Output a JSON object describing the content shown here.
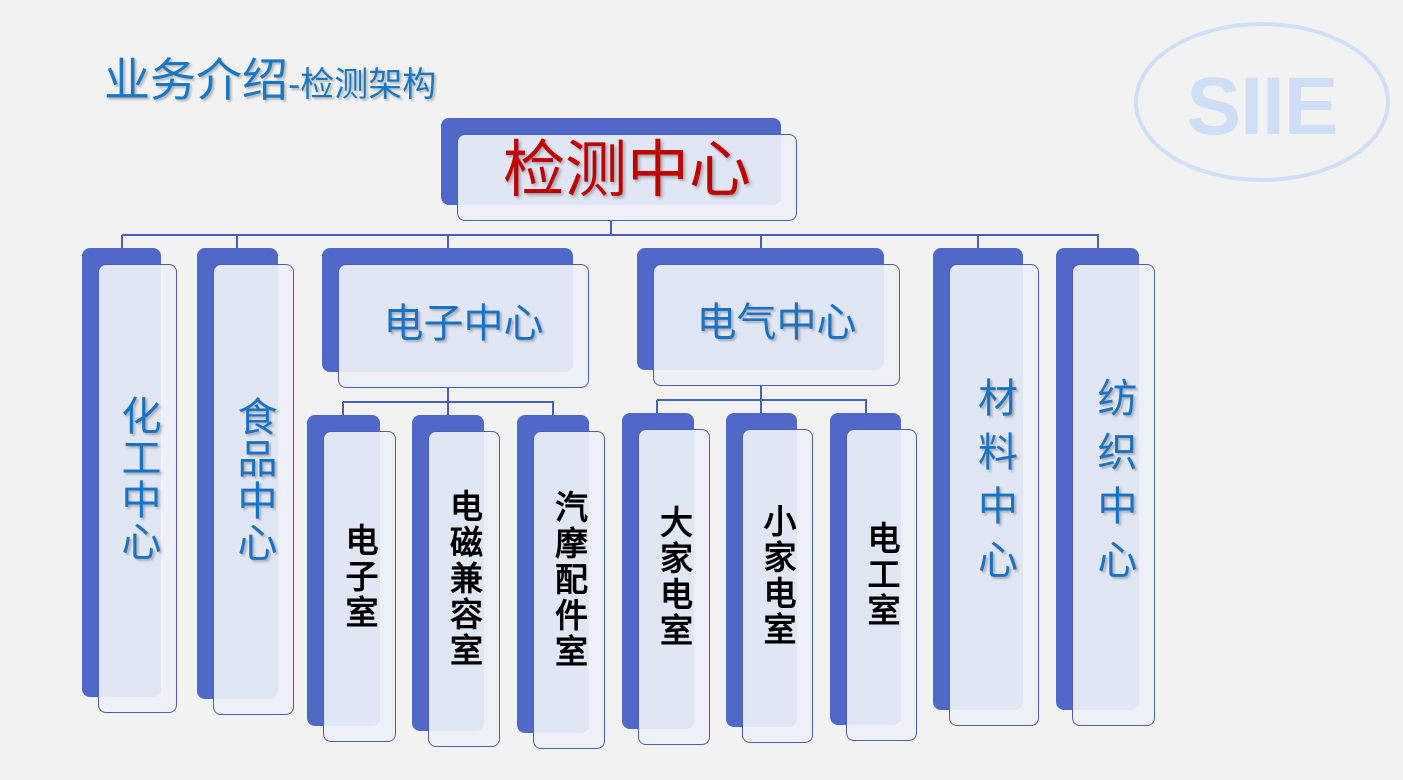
{
  "title": {
    "main": "业务介绍",
    "sub": "-检测架构"
  },
  "logo": "SIIE",
  "root": "检测中心",
  "centers": {
    "chemical": "化工中心",
    "food": "食品中心",
    "electronics": "电子中心",
    "electrical": "电气中心",
    "materials": "材料中心",
    "textile": "纺织中心"
  },
  "electronics_labs": [
    "电子室",
    "电磁兼容室",
    "汽摩配件室"
  ],
  "electrical_labs": [
    "大家电室",
    "小家电室",
    "电工室"
  ]
}
